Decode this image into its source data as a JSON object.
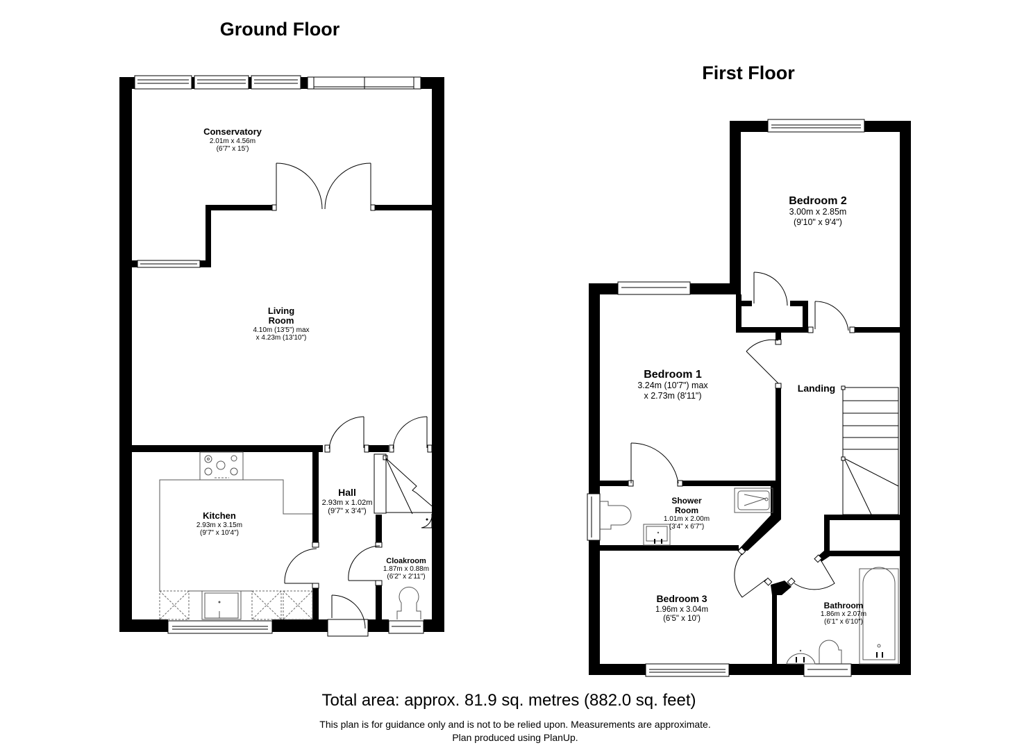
{
  "floors": {
    "ground": {
      "title": "Ground Floor",
      "rooms": {
        "conservatory": {
          "name": "Conservatory",
          "dim_metric": "2.01m x 4.56m",
          "dim_imperial": "(6'7\" x 15')"
        },
        "living_room": {
          "name_line1": "Living",
          "name_line2": "Room",
          "dim_line1": "4.10m (13'5\") max",
          "dim_line2": "x 4.23m (13'10\")"
        },
        "kitchen": {
          "name": "Kitchen",
          "dim_metric": "2.93m x 3.15m",
          "dim_imperial": "(9'7\" x 10'4\")"
        },
        "hall": {
          "name": "Hall",
          "dim_metric": "2.93m x 1.02m",
          "dim_imperial": "(9'7\" x 3'4\")"
        },
        "cloakroom": {
          "name": "Cloakroom",
          "dim_metric": "1.87m x 0.88m",
          "dim_imperial": "(6'2\" x 2'11\")"
        }
      }
    },
    "first": {
      "title": "First Floor",
      "rooms": {
        "bedroom_2": {
          "name": "Bedroom 2",
          "dim_metric": "3.00m x 2.85m",
          "dim_imperial": "(9'10\" x 9'4\")"
        },
        "bedroom_1": {
          "name": "Bedroom 1",
          "dim_line1": "3.24m (10'7\") max",
          "dim_line2": "x 2.73m (8'11\")"
        },
        "landing": {
          "name": "Landing"
        },
        "shower_room": {
          "name_line1": "Shower",
          "name_line2": "Room",
          "dim_metric": "1.01m x 2.00m",
          "dim_imperial": "(3'4\" x 6'7\")"
        },
        "bedroom_3": {
          "name": "Bedroom 3",
          "dim_metric": "1.96m x 3.04m",
          "dim_imperial": "(6'5\" x 10')"
        },
        "bathroom": {
          "name": "Bathroom",
          "dim_metric": "1.86m x 2.07m",
          "dim_imperial": "(6'1\" x 6'10\")"
        }
      }
    }
  },
  "footer": {
    "total_area": "Total area: approx. 81.9 sq. metres (882.0 sq. feet)",
    "disclaimer_line1": "This plan is for guidance only and is not to be relied upon. Measurements are approximate.",
    "disclaimer_line2": "Plan produced using PlanUp."
  },
  "colors": {
    "wall": "#000000",
    "background": "#ffffff",
    "fixture_line": "#555555"
  }
}
